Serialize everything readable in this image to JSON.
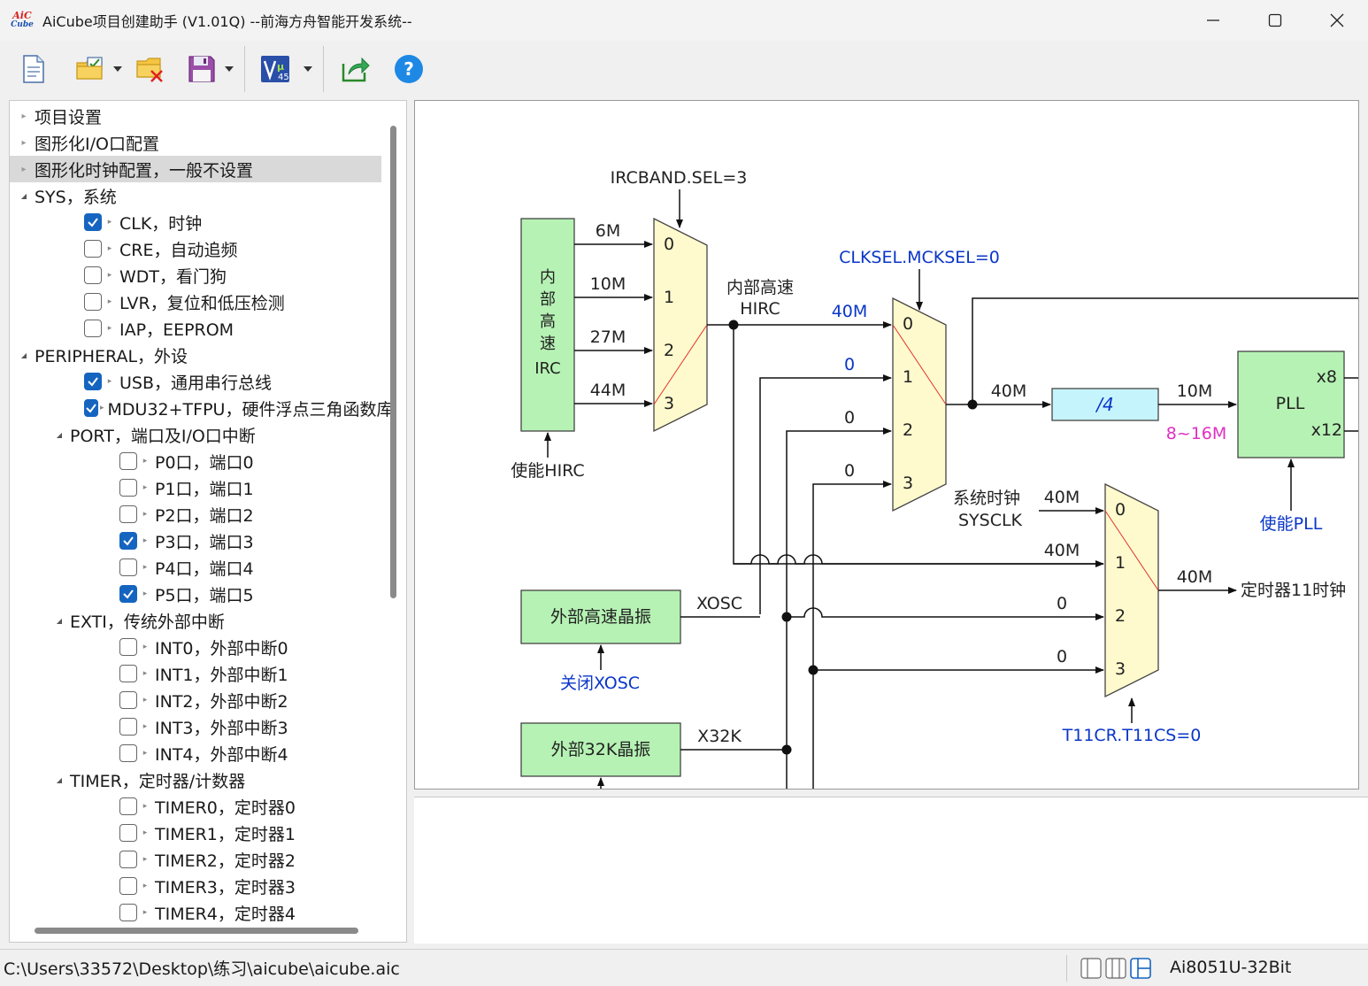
{
  "window": {
    "logo_line1": "AiC",
    "logo_line2": "Cube",
    "title": "AiCube项目创建助手 (V1.01Q) --前海方舟智能开发系统--"
  },
  "toolbar": {
    "buttons": [
      "new-file-icon",
      "open-project-icon",
      "close-project-icon",
      "save-icon",
      "generate-code-icon",
      "export-icon",
      "help-icon"
    ]
  },
  "tree": {
    "items": [
      {
        "label": "项目设置",
        "level": 0,
        "type": "leaf"
      },
      {
        "label": "图形化I/O口配置",
        "level": 0,
        "type": "leaf"
      },
      {
        "label": "图形化时钟配置，一般不设置",
        "level": 0,
        "type": "leaf",
        "selected": true
      },
      {
        "label": "SYS，系统",
        "level": 0,
        "type": "group"
      },
      {
        "label": "CLK，时钟",
        "level": 1,
        "type": "check",
        "checked": true
      },
      {
        "label": "CRE，自动追频",
        "level": 1,
        "type": "check",
        "checked": false
      },
      {
        "label": "WDT，看门狗",
        "level": 1,
        "type": "check",
        "checked": false
      },
      {
        "label": "LVR，复位和低压检测",
        "level": 1,
        "type": "check",
        "checked": false
      },
      {
        "label": "IAP，EEPROM",
        "level": 1,
        "type": "check",
        "checked": false
      },
      {
        "label": "PERIPHERAL，外设",
        "level": 0,
        "type": "group"
      },
      {
        "label": "USB，通用串行总线",
        "level": 1,
        "type": "check",
        "checked": true
      },
      {
        "label": "MDU32+TFPU，硬件浮点三角函数库",
        "level": 1,
        "type": "check",
        "checked": true
      },
      {
        "label": "PORT，端口及I/O口中断",
        "level": 1,
        "type": "group"
      },
      {
        "label": "P0口，端口0",
        "level": 2,
        "type": "check",
        "checked": false
      },
      {
        "label": "P1口，端口1",
        "level": 2,
        "type": "check",
        "checked": false
      },
      {
        "label": "P2口，端口2",
        "level": 2,
        "type": "check",
        "checked": false
      },
      {
        "label": "P3口，端口3",
        "level": 2,
        "type": "check",
        "checked": true
      },
      {
        "label": "P4口，端口4",
        "level": 2,
        "type": "check",
        "checked": false
      },
      {
        "label": "P5口，端口5",
        "level": 2,
        "type": "check",
        "checked": true
      },
      {
        "label": "EXTI，传统外部中断",
        "level": 1,
        "type": "group"
      },
      {
        "label": "INT0，外部中断0",
        "level": 2,
        "type": "check",
        "checked": false
      },
      {
        "label": "INT1，外部中断1",
        "level": 2,
        "type": "check",
        "checked": false
      },
      {
        "label": "INT2，外部中断2",
        "level": 2,
        "type": "check",
        "checked": false
      },
      {
        "label": "INT3，外部中断3",
        "level": 2,
        "type": "check",
        "checked": false
      },
      {
        "label": "INT4，外部中断4",
        "level": 2,
        "type": "check",
        "checked": false
      },
      {
        "label": "TIMER，定时器/计数器",
        "level": 1,
        "type": "group"
      },
      {
        "label": "TIMER0，定时器0",
        "level": 2,
        "type": "check",
        "checked": false
      },
      {
        "label": "TIMER1，定时器1",
        "level": 2,
        "type": "check",
        "checked": false
      },
      {
        "label": "TIMER2，定时器2",
        "level": 2,
        "type": "check",
        "checked": false
      },
      {
        "label": "TIMER3，定时器3",
        "level": 2,
        "type": "check",
        "checked": false
      },
      {
        "label": "TIMER4，定时器4",
        "level": 2,
        "type": "check",
        "checked": false
      }
    ]
  },
  "diagram": {
    "ircband_sel": "IRCBAND.SEL=3",
    "irc_block": [
      "内",
      "部",
      "高",
      "速",
      "IRC"
    ],
    "irc_freqs": [
      "6M",
      "10M",
      "27M",
      "44M"
    ],
    "mux_inputs": [
      "0",
      "1",
      "2",
      "3"
    ],
    "enable_hirc": "使能HIRC",
    "hirc_label_1": "内部高速",
    "hirc_label_2": "HIRC",
    "clksel": "CLKSEL.MCKSEL=0",
    "mux2_in": [
      "40M",
      "0",
      "0",
      "0"
    ],
    "out_40m": "40M",
    "div4": "/4",
    "out_10m": "10M",
    "pll": "PLL",
    "pll_x8": "x8",
    "pll_x12": "x12",
    "pll_range": "8~16M",
    "enable_pll": "使能PLL",
    "sysclk_1": "系统时钟",
    "sysclk_2": "SYSCLK",
    "mux3_in": [
      "40M",
      "40M",
      "0",
      "0"
    ],
    "mux3_out": "40M",
    "timer11_clk": "定时器11时钟",
    "xosc_block": "外部高速晶振",
    "xosc": "XOSC",
    "close_xosc": "关闭XOSC",
    "x32k_block": "外部32K晶振",
    "x32k": "X32K",
    "t11cs": "T11CR.T11CS=0"
  },
  "colors": {
    "green_block": "#b6f2b4",
    "yellow_mux": "#fffacd",
    "cyan_div": "#c6f4fc",
    "blue_text": "#0a36c8",
    "magenta_text": "#e030c0",
    "checkbox_blue": "#1565c0"
  },
  "status": {
    "path": "C:\\Users\\33572\\Desktop\\练习\\aicube\\aicube.aic",
    "chip": "Ai8051U-32Bit"
  }
}
